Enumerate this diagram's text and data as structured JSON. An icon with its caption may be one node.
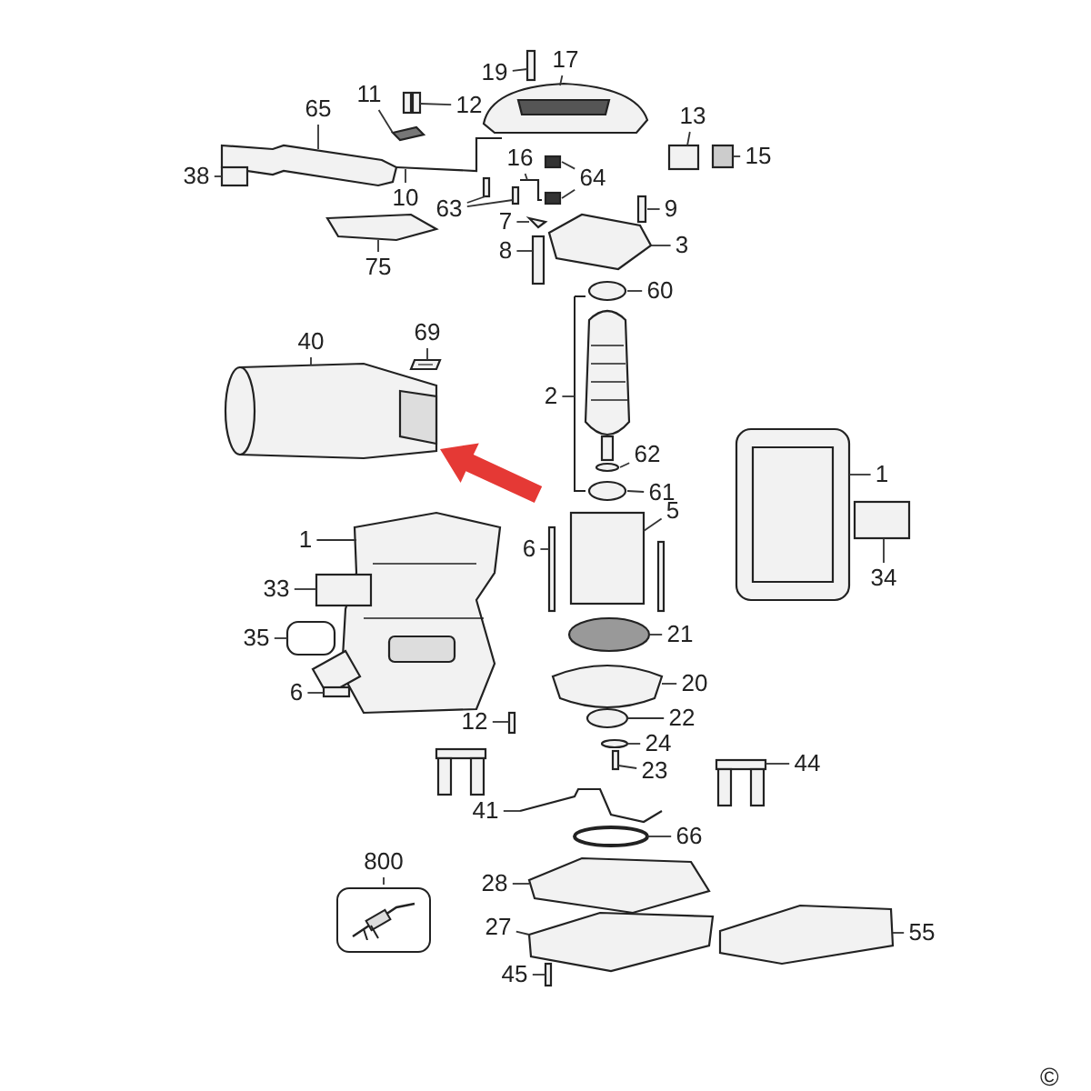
{
  "diagram": {
    "nodes": [
      {
        "text": [
          "17"
        ]
      },
      {
        "text": [
          "19"
        ]
      },
      {
        "text": [
          "11"
        ]
      },
      {
        "text": [
          "12"
        ]
      },
      {
        "text": [
          "65"
        ]
      },
      {
        "text": [
          "13"
        ]
      },
      {
        "text": [
          "15"
        ]
      },
      {
        "text": [
          "38"
        ]
      },
      {
        "text": [
          "10"
        ]
      },
      {
        "text": [
          "16"
        ]
      },
      {
        "text": [
          "64"
        ]
      },
      {
        "text": [
          "9"
        ]
      },
      {
        "text": [
          "63"
        ]
      },
      {
        "text": [
          "7"
        ]
      },
      {
        "text": [
          "3"
        ]
      },
      {
        "text": [
          "8"
        ]
      },
      {
        "text": [
          "75"
        ]
      },
      {
        "text": [
          "60"
        ]
      },
      {
        "text": [
          "40"
        ]
      },
      {
        "text": [
          "69"
        ]
      },
      {
        "text": [
          "2"
        ]
      },
      {
        "text": [
          "62"
        ]
      },
      {
        "text": [
          "61"
        ]
      },
      {
        "text": [
          "5"
        ]
      },
      {
        "text": [
          "1"
        ]
      },
      {
        "text": [
          "1"
        ]
      },
      {
        "text": [
          "6"
        ]
      },
      {
        "text": [
          "33"
        ]
      },
      {
        "text": [
          "34"
        ]
      },
      {
        "text": [
          "35"
        ]
      },
      {
        "text": [
          "21"
        ]
      },
      {
        "text": [
          "20"
        ]
      },
      {
        "text": [
          "6"
        ]
      },
      {
        "text": [
          "12"
        ]
      },
      {
        "text": [
          "22"
        ]
      },
      {
        "text": [
          "24"
        ]
      },
      {
        "text": [
          "23"
        ]
      },
      {
        "text": [
          "44"
        ]
      },
      {
        "text": [
          "41"
        ]
      },
      {
        "text": [
          "66"
        ]
      },
      {
        "text": [
          "800"
        ]
      },
      {
        "text": [],
        "shape": "picture"
      },
      {
        "text": [
          "28"
        ]
      },
      {
        "text": [
          "27"
        ]
      },
      {
        "text": [
          "45"
        ]
      },
      {
        "text": [
          "55"
        ]
      },
      {
        "text": [],
        "shape": "picture"
      },
      {
        "text": [],
        "shape": "box"
      },
      {
        "text": [],
        "shape": "picture"
      },
      {
        "text": [],
        "shape": "picture"
      },
      {
        "text": [],
        "shape": "picture"
      },
      {
        "text": [],
        "shape": "box"
      },
      {
        "text": [],
        "shape": "box"
      },
      {
        "text": [],
        "shape": "box"
      },
      {
        "text": [],
        "shape": "picture"
      },
      {
        "text": [],
        "shape": "picture"
      },
      {
        "text": [],
        "shape": "box"
      },
      {
        "text": [],
        "shape": "box"
      },
      {
        "text": [],
        "shape": "box"
      },
      {
        "text": [],
        "shape": "box"
      },
      {
        "text": [],
        "shape": "box"
      },
      {
        "text": [],
        "shape": "picture"
      },
      {
        "text": [],
        "shape": "picture"
      },
      {
        "text": [],
        "shape": "box"
      },
      {
        "text": [],
        "shape": "picture"
      },
      {
        "text": [],
        "shape": "circle"
      },
      {
        "text": [],
        "shape": "picture"
      },
      {
        "text": [],
        "shape": "picture"
      },
      {
        "text": [],
        "shape": "circle"
      },
      {
        "text": [],
        "shape": "circle"
      },
      {
        "text": [],
        "shape": "box"
      },
      {
        "text": [],
        "shape": "picture"
      },
      {
        "text": [],
        "shape": "picture"
      },
      {
        "text": [],
        "shape": "box"
      },
      {
        "text": [],
        "shape": "box"
      },
      {
        "text": [],
        "shape": "box"
      },
      {
        "text": [],
        "shape": "box"
      },
      {
        "text": [],
        "shape": "circle"
      },
      {
        "text": [],
        "shape": "picture"
      },
      {
        "text": [],
        "shape": "box"
      },
      {
        "text": [],
        "shape": "box"
      },
      {
        "text": [],
        "shape": "circle"
      },
      {
        "text": [],
        "shape": "circle"
      },
      {
        "text": [],
        "shape": "box"
      },
      {
        "text": [],
        "shape": "picture"
      },
      {
        "text": [],
        "shape": "picture"
      },
      {
        "text": [],
        "shape": "circle"
      },
      {
        "text": [],
        "shape": "picture"
      },
      {
        "text": [],
        "shape": "picture"
      },
      {
        "text": [],
        "shape": "box"
      },
      {
        "text": [],
        "shape": "picture"
      },
      {
        "text": [],
        "shape": "picture"
      }
    ],
    "edges": [
      {
        "from": 0,
        "to": 46,
        "arrow": "none"
      },
      {
        "from": 1,
        "to": 47,
        "arrow": "none"
      },
      {
        "from": 2,
        "to": 48,
        "arrow": "none"
      },
      {
        "from": 3,
        "to": 49,
        "arrow": "none"
      },
      {
        "from": 4,
        "to": 50,
        "arrow": "none"
      },
      {
        "from": 5,
        "to": 51,
        "arrow": "none"
      },
      {
        "from": 6,
        "to": 52,
        "arrow": "none"
      },
      {
        "from": 7,
        "to": 53,
        "arrow": "none"
      },
      {
        "from": 8,
        "to": 54,
        "arrow": "none"
      },
      {
        "from": 9,
        "to": 55,
        "arrow": "none"
      },
      {
        "from": 10,
        "to": 56,
        "arrow": "none"
      },
      {
        "from": 10,
        "to": 57,
        "arrow": "none"
      },
      {
        "from": 11,
        "to": 58,
        "arrow": "none"
      },
      {
        "from": 12,
        "to": 59,
        "arrow": "none"
      },
      {
        "from": 12,
        "to": 60,
        "arrow": "none"
      },
      {
        "from": 13,
        "to": 61,
        "arrow": "none"
      },
      {
        "from": 14,
        "to": 62,
        "arrow": "none"
      },
      {
        "from": 15,
        "to": 63,
        "arrow": "none"
      },
      {
        "from": 16,
        "to": 64,
        "arrow": "none"
      },
      {
        "from": 17,
        "to": 65,
        "arrow": "none"
      },
      {
        "from": 18,
        "to": 66,
        "arrow": "none"
      },
      {
        "from": 19,
        "to": 67,
        "arrow": "none"
      },
      {
        "from": 20,
        "to": 91,
        "arrow": "none"
      },
      {
        "from": 21,
        "to": 68,
        "arrow": "none"
      },
      {
        "from": 22,
        "to": 69,
        "arrow": "none"
      },
      {
        "from": 23,
        "to": 70,
        "arrow": "none"
      },
      {
        "from": 24,
        "to": 71,
        "arrow": "none"
      },
      {
        "from": 25,
        "to": 72,
        "arrow": "none"
      },
      {
        "from": 26,
        "to": 73,
        "arrow": "none"
      },
      {
        "from": 27,
        "to": 74,
        "arrow": "none"
      },
      {
        "from": 28,
        "to": 75,
        "arrow": "none"
      },
      {
        "from": 29,
        "to": 76,
        "arrow": "none"
      },
      {
        "from": 30,
        "to": 77,
        "arrow": "none"
      },
      {
        "from": 31,
        "to": 78,
        "arrow": "none"
      },
      {
        "from": 32,
        "to": 79,
        "arrow": "none"
      },
      {
        "from": 33,
        "to": 80,
        "arrow": "none"
      },
      {
        "from": 34,
        "to": 81,
        "arrow": "none"
      },
      {
        "from": 35,
        "to": 82,
        "arrow": "none"
      },
      {
        "from": 36,
        "to": 83,
        "arrow": "none"
      },
      {
        "from": 37,
        "to": 84,
        "arrow": "none"
      },
      {
        "from": 38,
        "to": 85,
        "arrow": "none"
      },
      {
        "from": 39,
        "to": 86,
        "arrow": "none"
      },
      {
        "from": 40,
        "to": 41,
        "arrow": "none"
      },
      {
        "from": 42,
        "to": 87,
        "arrow": "none"
      },
      {
        "from": 43,
        "to": 88,
        "arrow": "none"
      },
      {
        "from": 44,
        "to": 89,
        "arrow": "none"
      },
      {
        "from": 45,
        "to": 90,
        "arrow": "none"
      },
      {
        "from": null,
        "to": 66,
        "arrow": "to",
        "style": "thick",
        "color": "#e53935"
      }
    ],
    "labels": [
      "©"
    ]
  }
}
